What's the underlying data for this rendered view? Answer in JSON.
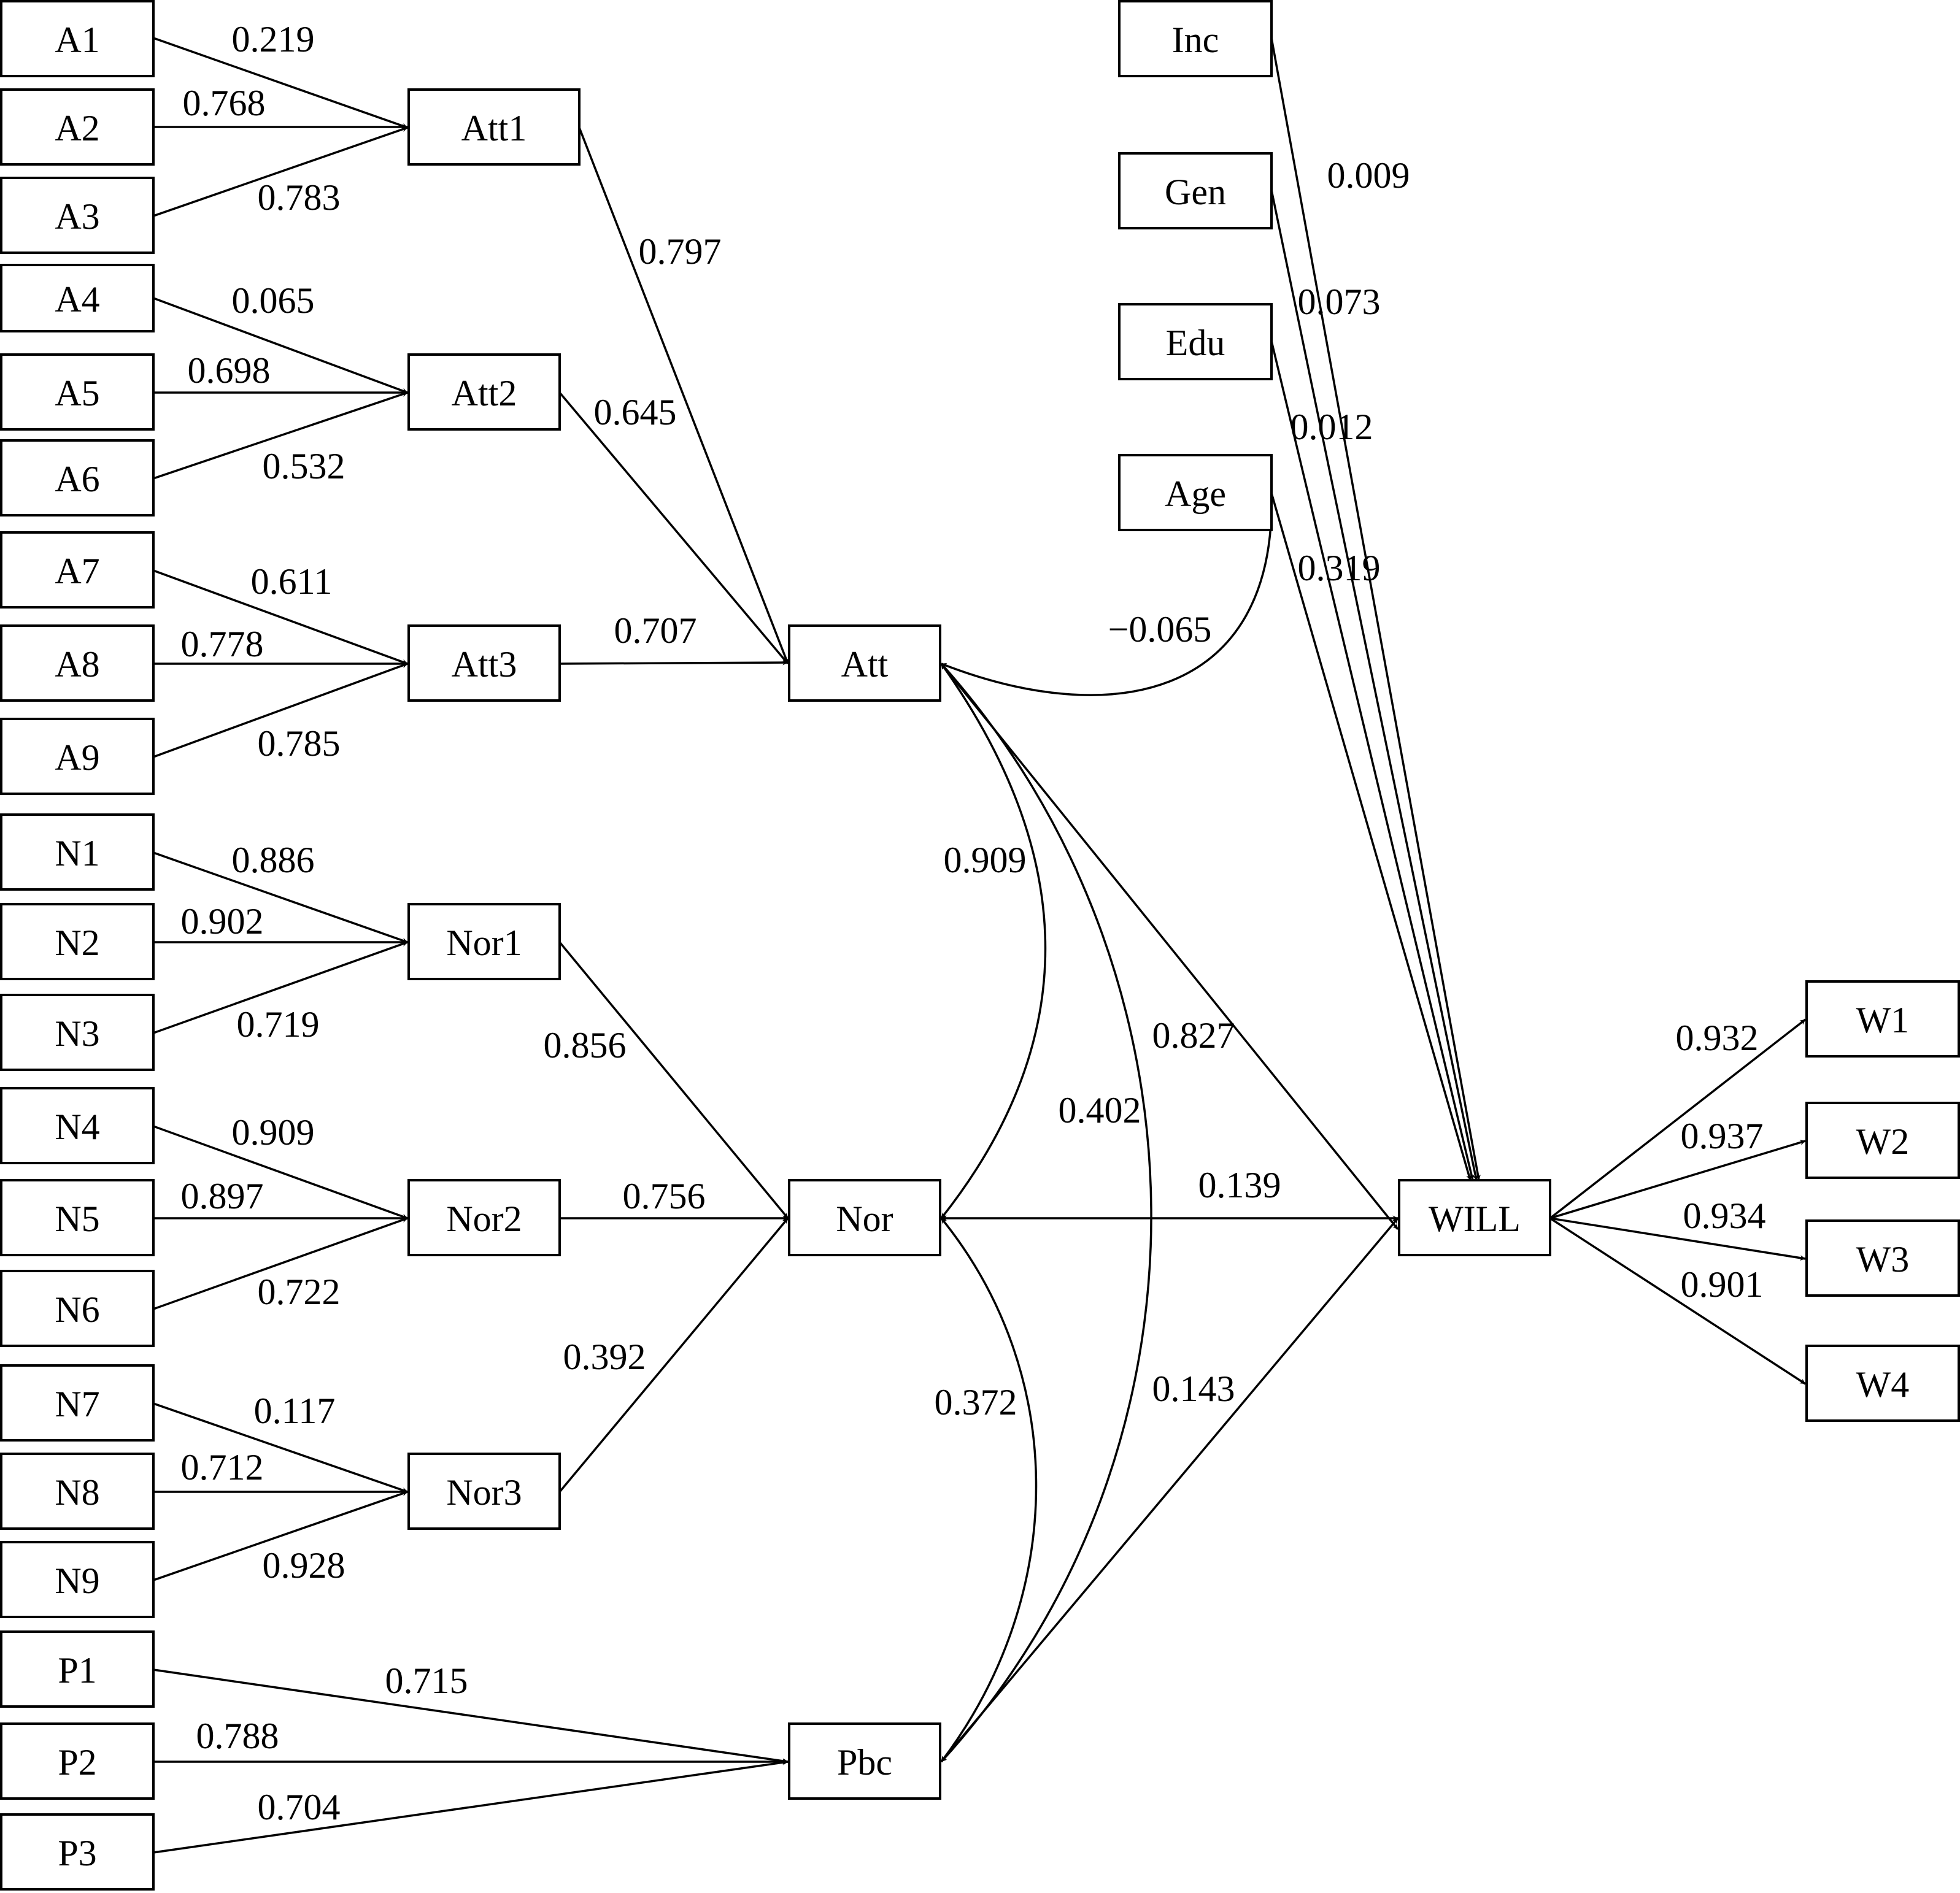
{
  "nodes": {
    "A1": "A1",
    "A2": "A2",
    "A3": "A3",
    "A4": "A4",
    "A5": "A5",
    "A6": "A6",
    "A7": "A7",
    "A8": "A8",
    "A9": "A9",
    "N1": "N1",
    "N2": "N2",
    "N3": "N3",
    "N4": "N4",
    "N5": "N5",
    "N6": "N6",
    "N7": "N7",
    "N8": "N8",
    "N9": "N9",
    "P1": "P1",
    "P2": "P2",
    "P3": "P3",
    "Att1": "Att1",
    "Att2": "Att2",
    "Att3": "Att3",
    "Nor1": "Nor1",
    "Nor2": "Nor2",
    "Nor3": "Nor3",
    "Att": "Att",
    "Nor": "Nor",
    "Pbc": "Pbc",
    "WILL": "WILL",
    "Inc": "Inc",
    "Gen": "Gen",
    "Edu": "Edu",
    "Age": "Age",
    "W1": "W1",
    "W2": "W2",
    "W3": "W3",
    "W4": "W4"
  },
  "edges": {
    "A1_Att1": "0.219",
    "A2_Att1": "0.768",
    "A3_Att1": "0.783",
    "A4_Att2": "0.065",
    "A5_Att2": "0.698",
    "A6_Att2": "0.532",
    "A7_Att3": "0.611",
    "A8_Att3": "0.778",
    "A9_Att3": "0.785",
    "N1_Nor1": "0.886",
    "N2_Nor1": "0.902",
    "N3_Nor1": "0.719",
    "N4_Nor2": "0.909",
    "N5_Nor2": "0.897",
    "N6_Nor2": "0.722",
    "N7_Nor3": "0.117",
    "N8_Nor3": "0.712",
    "N9_Nor3": "0.928",
    "P1_Pbc": "0.715",
    "P2_Pbc": "0.788",
    "P3_Pbc": "0.704",
    "Att1_Att": "0.797",
    "Att2_Att": "0.645",
    "Att3_Att": "0.707",
    "Nor1_Nor": "0.856",
    "Nor2_Nor": "0.756",
    "Nor3_Nor": "0.392",
    "Att_Age": "−0.065",
    "Att_Nor": "0.909",
    "Att_Pbc": "0.402",
    "Nor_Pbc": "0.372",
    "Att_WILL": "0.827",
    "Nor_WILL": "0.139",
    "Pbc_WILL": "0.143",
    "Inc_WILL": "0.009",
    "Gen_WILL": "0.073",
    "Edu_WILL": "0.012",
    "Age_WILL": "0.319",
    "WILL_W1": "0.932",
    "WILL_W2": "0.937",
    "WILL_W3": "0.934",
    "WILL_W4": "0.901"
  }
}
